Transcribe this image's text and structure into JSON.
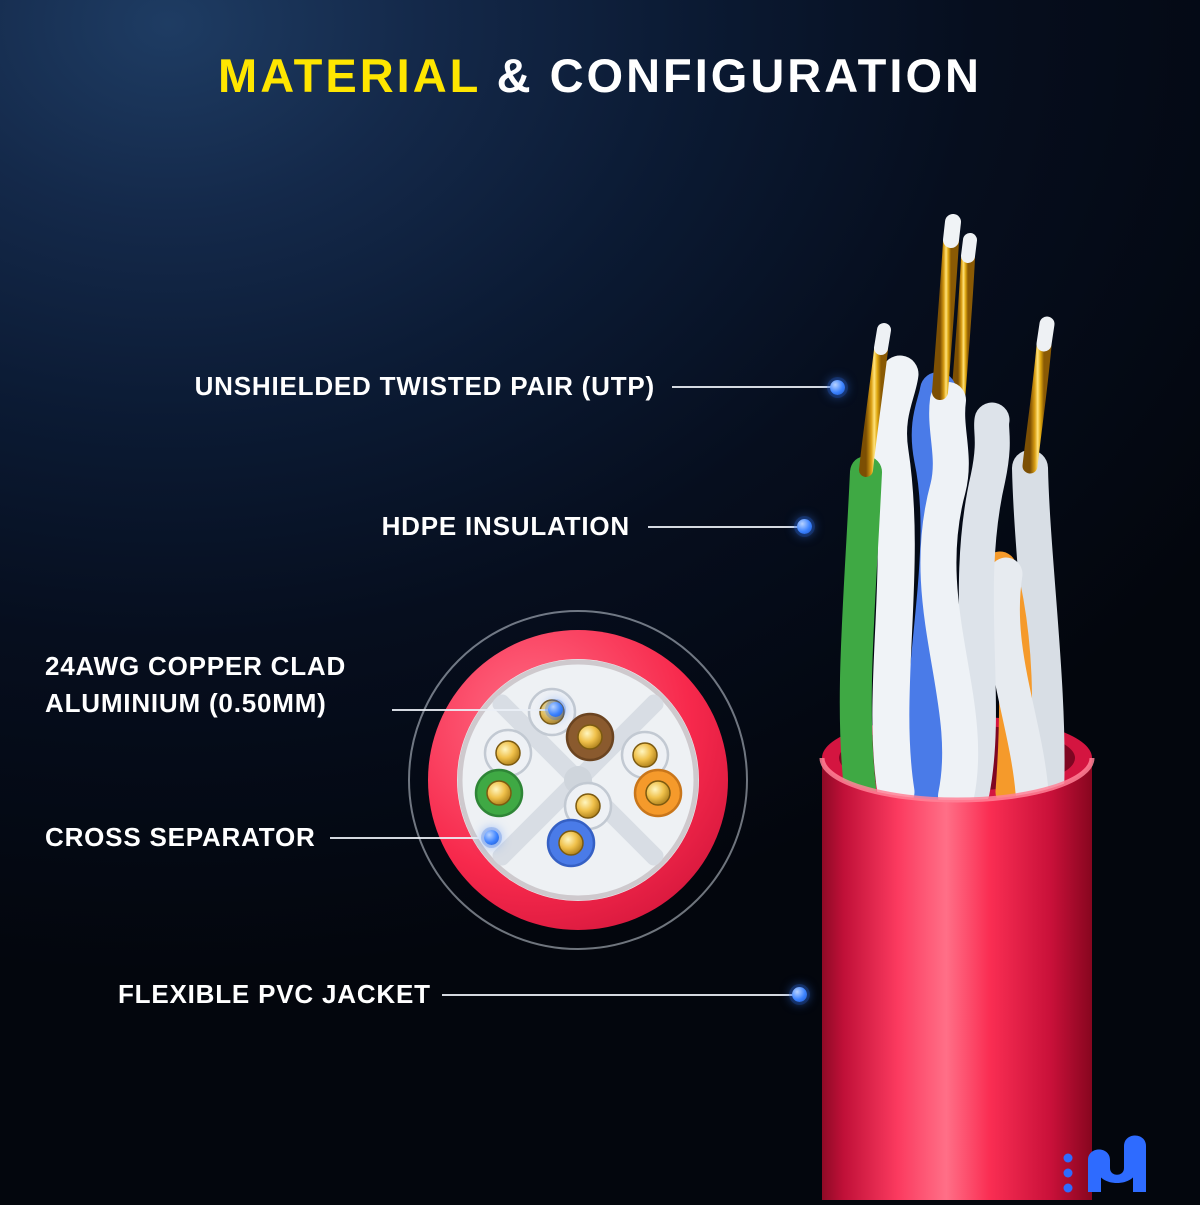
{
  "title": {
    "highlight": "MATERIAL",
    "rest": " & CONFIGURATION"
  },
  "callouts": {
    "utp": "UNSHIELDED TWISTED PAIR (UTP)",
    "hdpe": "HDPE INSULATION",
    "copper_line1": "24AWG COPPER CLAD",
    "copper_line2": "ALUMINIUM (0.50MM)",
    "cross_separator": "CROSS SEPARATOR",
    "pvc_jacket": "FLEXIBLE PVC JACKET"
  },
  "colors": {
    "title_highlight": "#FFE600",
    "text": "#FFFFFF",
    "background_top_left": "#1E3C63",
    "background_dark": "#03060D",
    "jacket_red": "#F7294C",
    "callout_dot_blue": "#3B82FF",
    "wire_green": "#3FA944",
    "wire_blue": "#4A7BE8",
    "wire_orange": "#F59A2B",
    "wire_brown": "#8A5A2E",
    "wire_white": "#EEF1F5",
    "conductor_gold": "#E7B33C",
    "separator_gray": "#D8DDE4",
    "logo_blue": "#2E6BFF"
  }
}
